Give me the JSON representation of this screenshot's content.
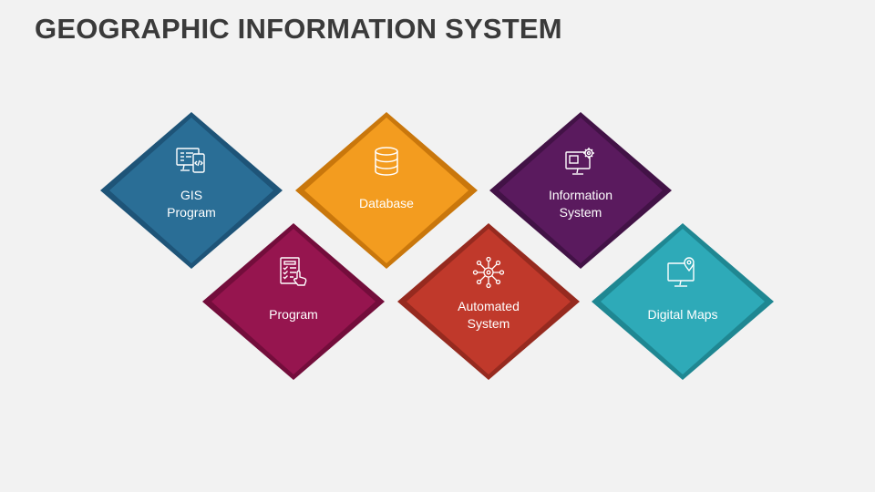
{
  "title": "GEOGRAPHIC INFORMATION SYSTEM",
  "items": [
    {
      "label": "GIS\nProgram",
      "icon": "code-screen-icon",
      "color": "#2a6e96",
      "dark": "#1e5478"
    },
    {
      "label": "Database",
      "icon": "database-icon",
      "color": "#f39c1f",
      "dark": "#c9770c"
    },
    {
      "label": "Information\nSystem",
      "icon": "monitor-gear-icon",
      "color": "#5a1a5e",
      "dark": "#421246"
    },
    {
      "label": "Program",
      "icon": "checklist-icon",
      "color": "#96154f",
      "dark": "#730d3b"
    },
    {
      "label": "Automated\nSystem",
      "icon": "network-icon",
      "color": "#c0392b",
      "dark": "#962a1f"
    },
    {
      "label": "Digital Maps",
      "icon": "map-pin-screen-icon",
      "color": "#2eaab8",
      "dark": "#1f8792"
    }
  ]
}
